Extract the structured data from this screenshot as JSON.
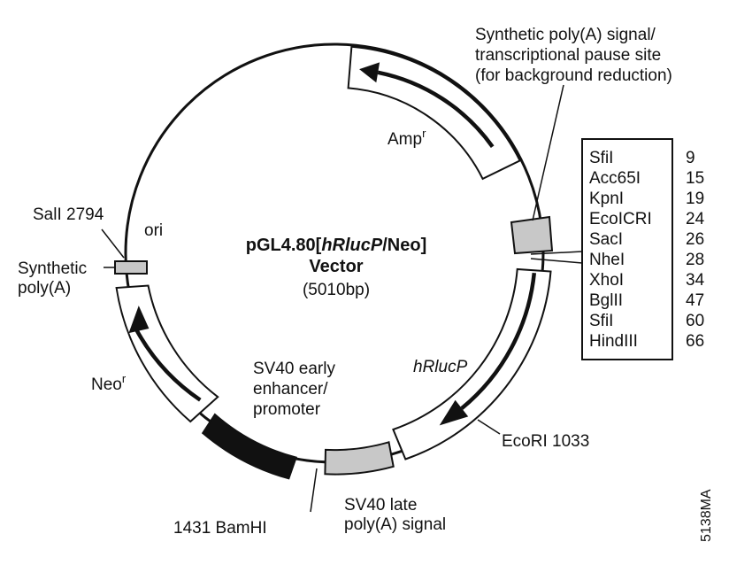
{
  "title": {
    "prefix": "pGL4.80[",
    "gene": "hRlucP",
    "suffix": "/Neo]",
    "line2": "Vector",
    "size": "(5010bp)"
  },
  "features": {
    "ampr": {
      "base": "Amp",
      "sup": "r"
    },
    "neor": {
      "base": "Neo",
      "sup": "r"
    },
    "hrlucp": "hRlucP",
    "ori": "ori",
    "synthetic_signal": [
      "Synthetic poly(A) signal/",
      "transcriptional pause site",
      "(for background reduction)"
    ],
    "synthetic_polya": [
      "Synthetic",
      "poly(A)"
    ],
    "sv40_enhancer": [
      "SV40 early",
      "enhancer/",
      "promoter"
    ],
    "sv40_late": [
      "SV40 late",
      "poly(A) signal"
    ]
  },
  "sites": {
    "sali": "SalI 2794",
    "ecori": "EcoRI 1033",
    "bamhi": "1431  BamHI"
  },
  "mcs": [
    {
      "enzyme": "SfiI",
      "position": "9"
    },
    {
      "enzyme": "Acc65I",
      "position": "15"
    },
    {
      "enzyme": "KpnI",
      "position": "19"
    },
    {
      "enzyme": "EcoICRI",
      "position": "24"
    },
    {
      "enzyme": "SacI",
      "position": "26"
    },
    {
      "enzyme": "NheI",
      "position": "28"
    },
    {
      "enzyme": "XhoI",
      "position": "34"
    },
    {
      "enzyme": "BglII",
      "position": "47"
    },
    {
      "enzyme": "SfiI",
      "position": "60"
    },
    {
      "enzyme": "HindIII",
      "position": "66"
    }
  ],
  "figure_code": "5138MA",
  "colors": {
    "line": "#111111",
    "gray_box": "#c8c8c8",
    "black_box": "#111111"
  }
}
